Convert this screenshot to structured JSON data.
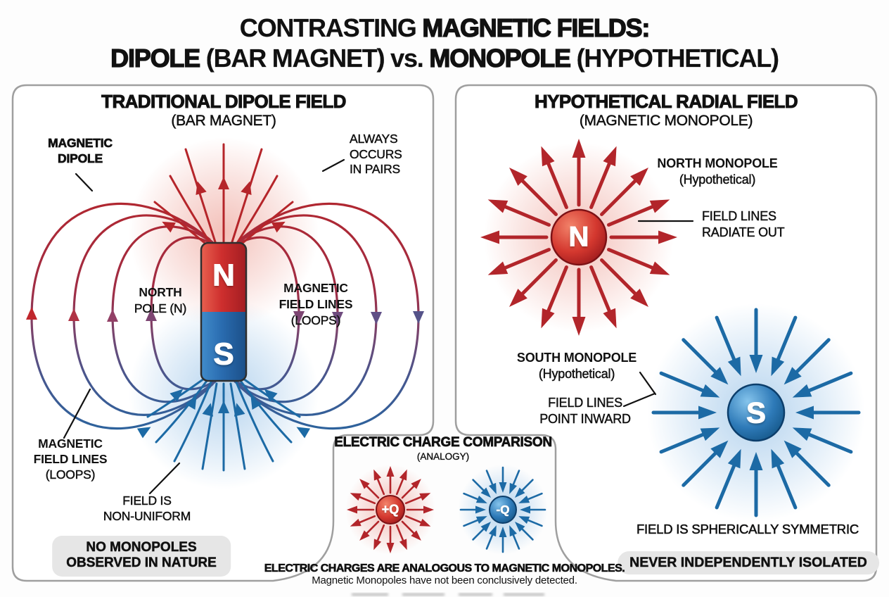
{
  "title": {
    "line1_light": "CONTRASTING",
    "line1_heavy": "MAGNETIC FIELDS:",
    "line2_heavy1": "DIPOLE",
    "line2_light1": "(BAR MAGNET) vs.",
    "line2_heavy2": "MONOPOLE",
    "line2_light2": "(HYPOTHETICAL)"
  },
  "left_panel": {
    "title": "TRADITIONAL DIPOLE FIELD",
    "subtitle": "(BAR MAGNET)",
    "magnet": {
      "north": "N",
      "south": "S"
    },
    "labels": {
      "dipole_l1": "MAGNETIC",
      "dipole_l2": "DIPOLE",
      "pairs_l1": "ALWAYS",
      "pairs_l2": "OCCURS",
      "pairs_l3": "IN PAIRS",
      "north_l1": "NORTH",
      "north_l2": "POLE (N)",
      "loops_right_l1": "MAGNETIC",
      "loops_right_l2": "FIELD LINES",
      "loops_right_l3": "(LOOPS)",
      "loops_left_l1": "MAGNETIC",
      "loops_left_l2": "FIELD LINES",
      "loops_left_l3": "(LOOPS)",
      "nonuniform_l1": "FIELD IS",
      "nonuniform_l2": "NON-UNIFORM"
    },
    "pill_l1": "NO MONOPOLES",
    "pill_l2": "OBSERVED IN NATURE"
  },
  "right_panel": {
    "title": "HYPOTHETICAL RADIAL FIELD",
    "subtitle": "(MAGNETIC MONOPOLE)",
    "north_monopole": {
      "letter": "N",
      "label_l1": "NORTH MONOPOLE",
      "label_l2": "(Hypothetical)",
      "callout_l1": "FIELD LINES",
      "callout_l2": "RADIATE OUT"
    },
    "south_monopole": {
      "letter": "S",
      "label_l1": "SOUTH MONOPOLE",
      "label_l2": "(Hypothetical)",
      "callout_l1": "FIELD LINES",
      "callout_l2": "POINT INWARD"
    },
    "symmetric_note": "FIELD IS SPHERICALLY SYMMETRIC",
    "pill": "NEVER INDEPENDENTLY ISOLATED"
  },
  "comparison": {
    "title": "ELECTRIC CHARGE COMPARISON",
    "subtitle": "(ANALOGY)",
    "positive_label": "+Q",
    "negative_label": "-Q",
    "footer_bold": "ELECTRIC CHARGES ARE ANALOGOUS TO MAGNETIC MONOPOLES.",
    "footer_note": "Magnetic Monopoles have not been conclusively detected."
  },
  "colors": {
    "field_red": "#b5252a",
    "field_blue": "#1c6aa5",
    "magnet_red": "#cf2b2d",
    "magnet_blue": "#2a6cb0",
    "panel_border": "#9f9f9f",
    "pill_bg": "#e6e6e6",
    "text": "#111111"
  }
}
